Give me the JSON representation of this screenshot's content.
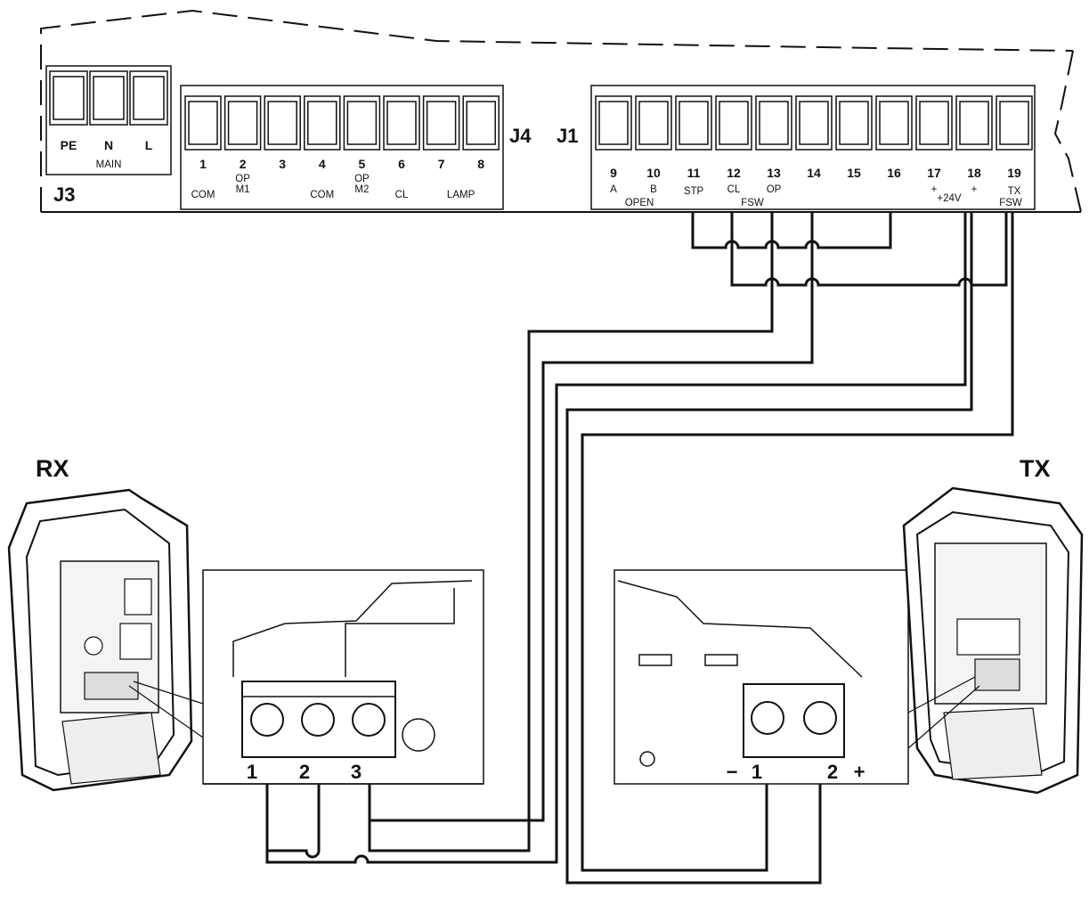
{
  "boards": {
    "j3": {
      "label": "J3",
      "terminals": [
        {
          "name": "PE"
        },
        {
          "name": "N"
        },
        {
          "name": "L"
        }
      ],
      "group_label": "MAIN"
    },
    "j4": {
      "label": "J4",
      "terminals": [
        {
          "num": "1",
          "sub": "COM"
        },
        {
          "num": "2",
          "sub": "OP",
          "sub2": "M1"
        },
        {
          "num": "3",
          "sub": ""
        },
        {
          "num": "4",
          "sub": "COM"
        },
        {
          "num": "5",
          "sub": "OP",
          "sub2": "M2"
        },
        {
          "num": "6",
          "sub": "CL"
        },
        {
          "num": "7",
          "sub": "LAMP"
        },
        {
          "num": "8",
          "sub": ""
        }
      ]
    },
    "j1": {
      "label": "J1",
      "terminals": [
        {
          "num": "9",
          "sub": "A"
        },
        {
          "num": "10",
          "sub": "B"
        },
        {
          "num": "11",
          "sub": "STP"
        },
        {
          "num": "12",
          "sub": "CL"
        },
        {
          "num": "13",
          "sub": "OP"
        },
        {
          "num": "14",
          "sub": ""
        },
        {
          "num": "15",
          "sub": ""
        },
        {
          "num": "16",
          "sub": ""
        },
        {
          "num": "17",
          "sub": "+"
        },
        {
          "num": "18",
          "sub": "+"
        },
        {
          "num": "19",
          "sub": "TX"
        }
      ],
      "group_labels": {
        "open": "OPEN",
        "fsw": "FSW",
        "v24": "+24V",
        "txfsw": "FSW"
      }
    }
  },
  "devices": {
    "rx": {
      "label": "RX",
      "terminals": [
        "1",
        "2",
        "3"
      ]
    },
    "tx": {
      "label": "TX",
      "terminals": [
        "1",
        "2"
      ],
      "minus": "−",
      "plus": "+"
    }
  }
}
